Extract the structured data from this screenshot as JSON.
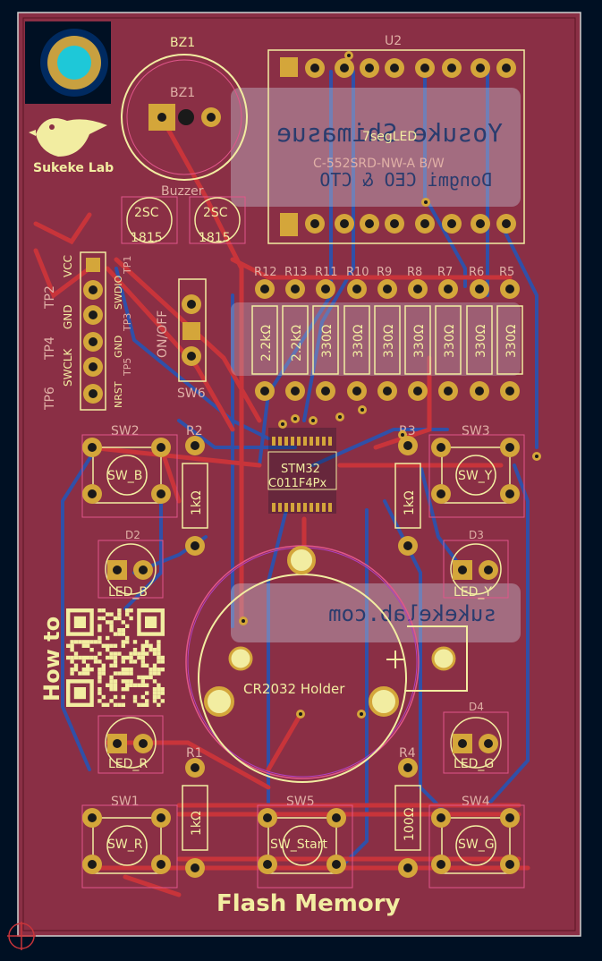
{
  "colors": {
    "background": "#001023",
    "board": "#8a2f45",
    "board_edge": "#d0d0d0",
    "copper_front": "#c8343a",
    "copper_back": "#3050a8",
    "pad": "#d4a63a",
    "silkscreen": "#f2eda1",
    "courtyard": "#e0568a"
  },
  "brand": {
    "name": "Sukeke Lab",
    "site": "sukekelab.com",
    "qr_caption": "How to",
    "footer": "Flash Memory"
  },
  "card_back": {
    "name": "Yosuke Shimasue",
    "title": "Dongmi CEO & CTO"
  },
  "parts": {
    "bz1": {
      "ref": "BZ1",
      "value": "BZ1",
      "label": "Buzzer"
    },
    "u2": {
      "ref": "U2",
      "value": "7segLED",
      "part": "C-552SRD-NW-A B/W"
    },
    "q1": {
      "line1": "2SC",
      "line2": "1815"
    },
    "q2": {
      "line1": "2SC",
      "line2": "1815"
    },
    "mcu": {
      "line1": "STM32",
      "line2": "C011F4Px"
    },
    "sw6": {
      "ref": "SW6",
      "value": "ON/OFF"
    },
    "battery": {
      "value": "CR2032 Holder"
    },
    "resistors": [
      {
        "ref": "R12",
        "value": "2.2kΩ"
      },
      {
        "ref": "R13",
        "value": "2.2kΩ"
      },
      {
        "ref": "R11",
        "value": "330Ω"
      },
      {
        "ref": "R10",
        "value": "330Ω"
      },
      {
        "ref": "R9",
        "value": "330Ω"
      },
      {
        "ref": "R8",
        "value": "330Ω"
      },
      {
        "ref": "R7",
        "value": "330Ω"
      },
      {
        "ref": "R6",
        "value": "330Ω"
      },
      {
        "ref": "R5",
        "value": "330Ω"
      }
    ],
    "r2": {
      "ref": "R2",
      "value": "1kΩ"
    },
    "r3": {
      "ref": "R3",
      "value": "1kΩ"
    },
    "r1": {
      "ref": "R1",
      "value": "1kΩ"
    },
    "r4": {
      "ref": "R4",
      "value": "100Ω"
    },
    "sw2": {
      "ref": "SW2",
      "value": "SW_B"
    },
    "sw3": {
      "ref": "SW3",
      "value": "SW_Y"
    },
    "sw1": {
      "ref": "SW1",
      "value": "SW_R"
    },
    "sw5": {
      "ref": "SW5",
      "value": "SW_Start"
    },
    "sw4": {
      "ref": "SW4",
      "value": "SW_G"
    },
    "d2": {
      "ref": "D2",
      "value": "LED_B"
    },
    "d3": {
      "ref": "D3",
      "value": "LED_Y"
    },
    "d1": {
      "value": "LED_R"
    },
    "d4": {
      "ref": "D4",
      "value": "LED_G"
    }
  },
  "test_points": {
    "silk": [
      "VCC",
      "GND",
      "SWCLK"
    ],
    "refs": [
      "TP2",
      "TP4",
      "TP6"
    ],
    "pins": [
      "TP1",
      "SWDIO",
      "TP3",
      "GND",
      "TP5",
      "NRST"
    ]
  }
}
